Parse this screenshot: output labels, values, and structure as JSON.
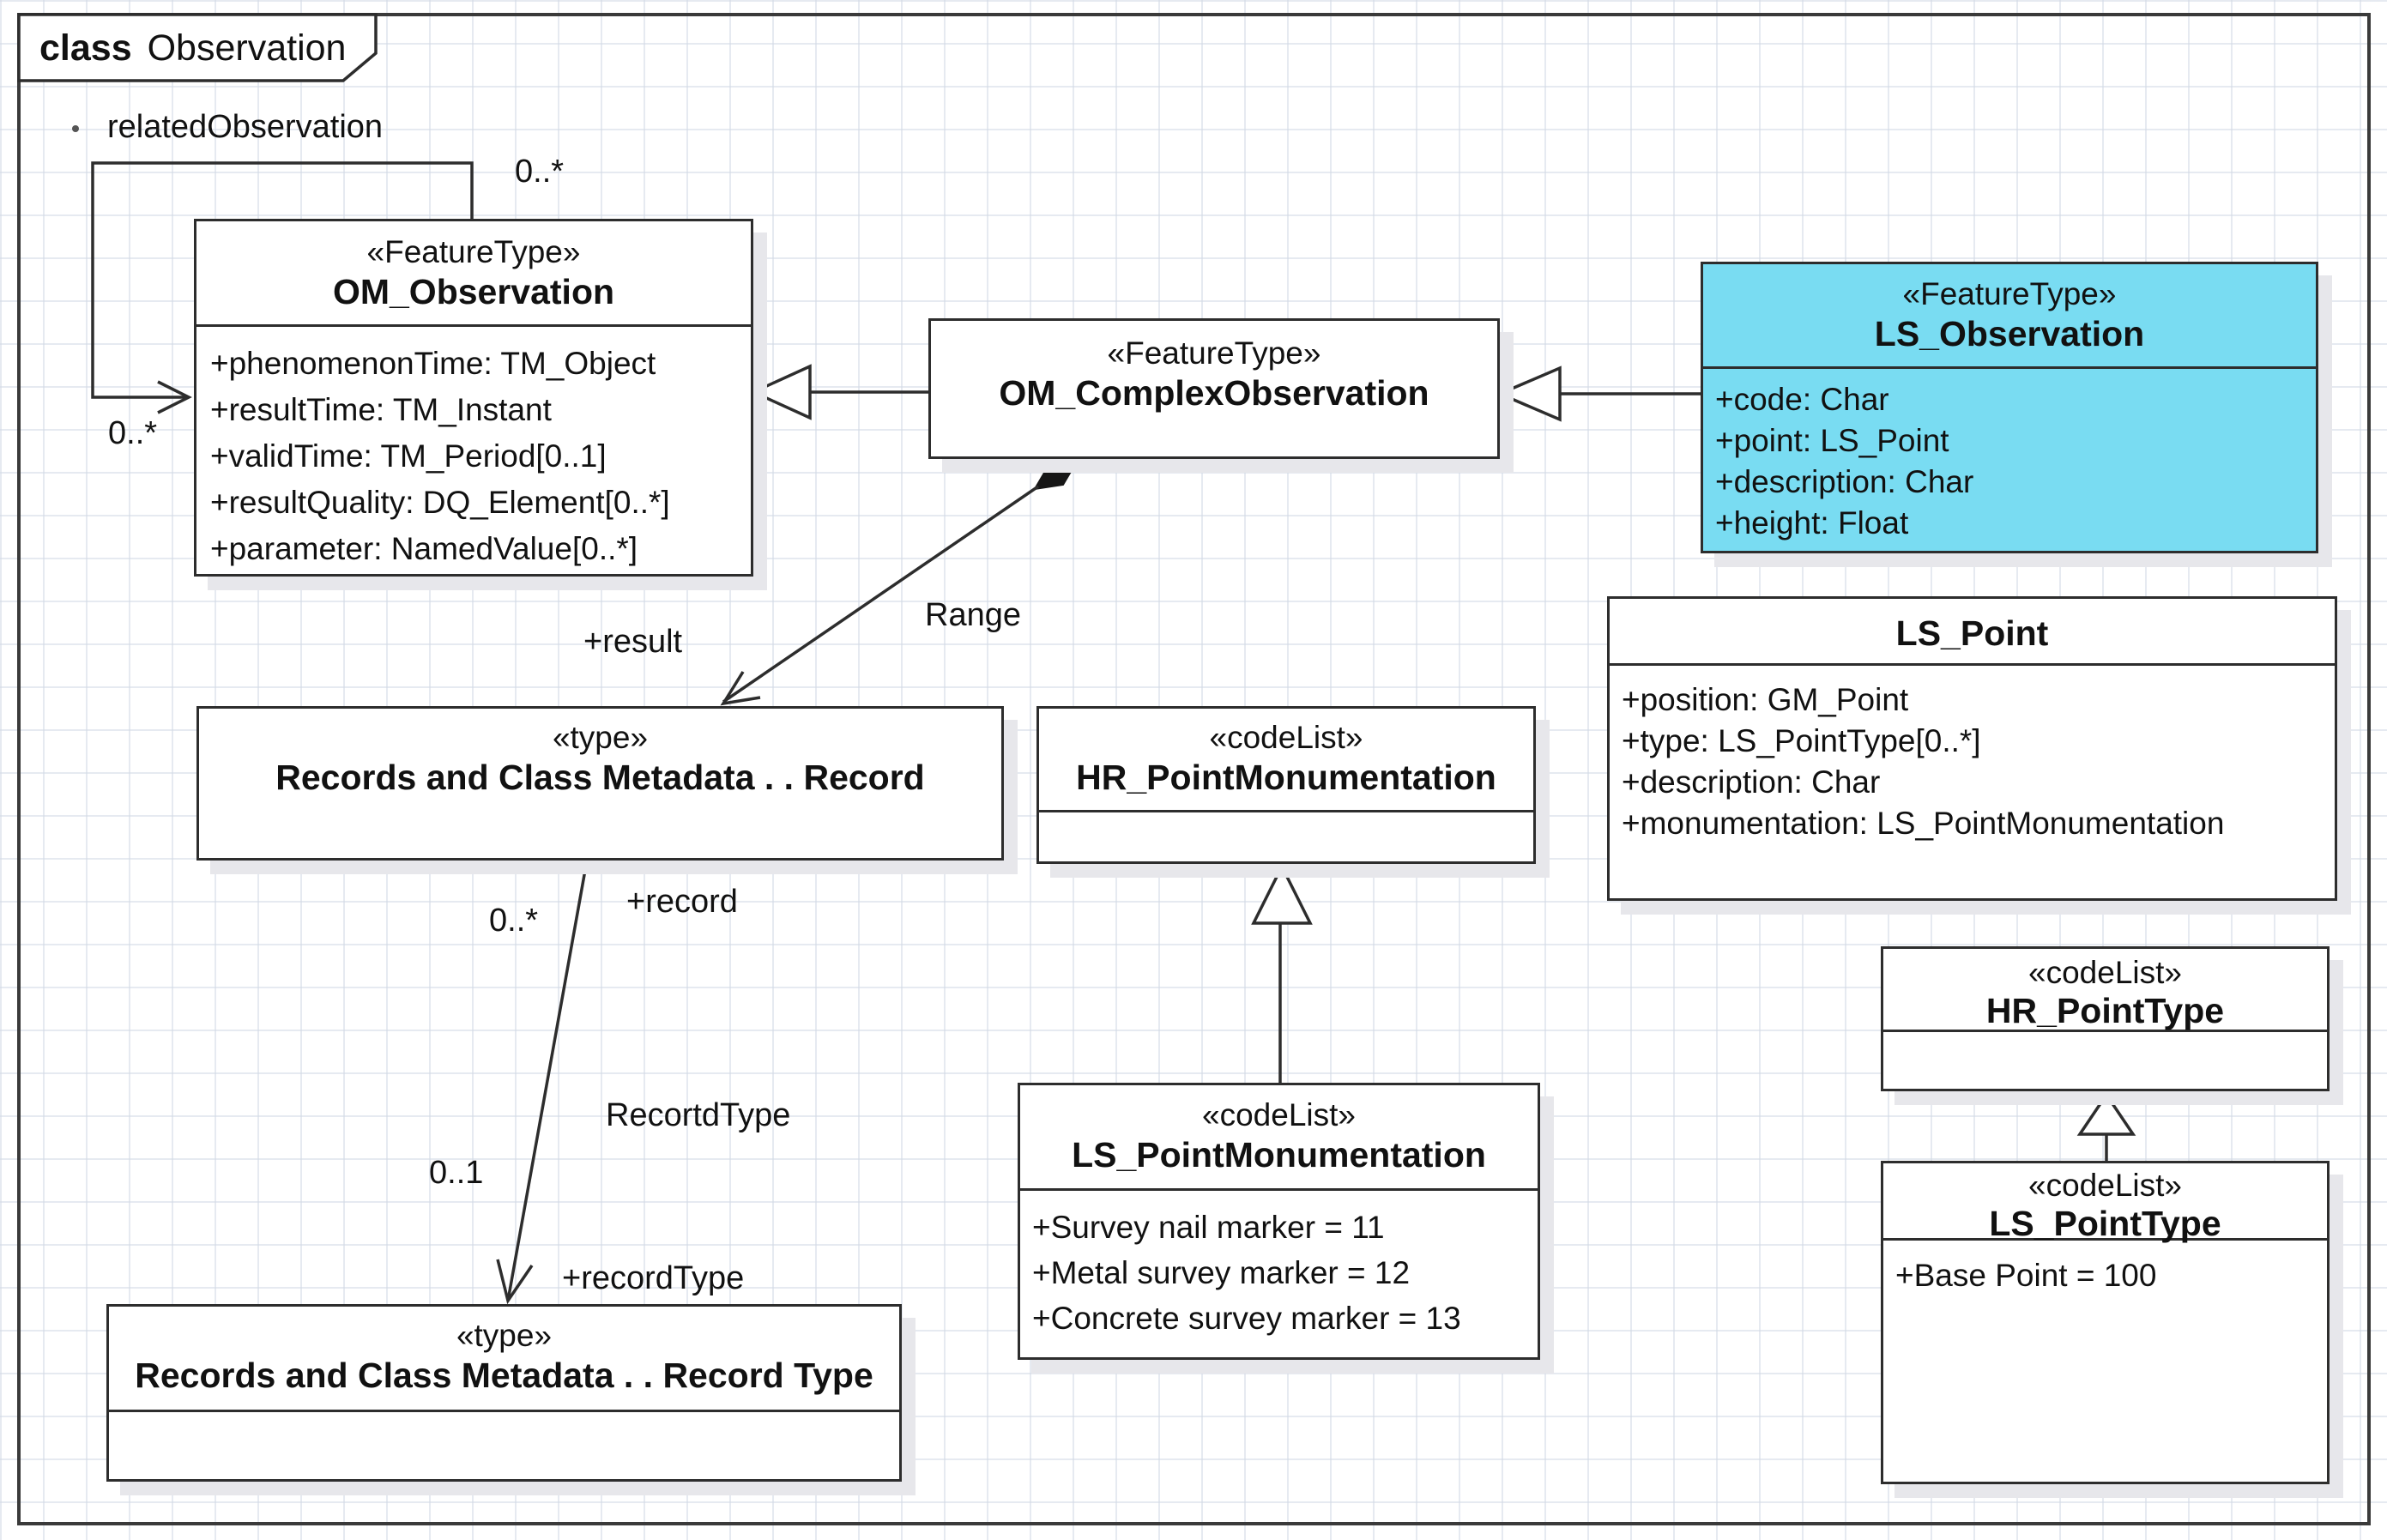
{
  "frame": {
    "title_keyword": "class",
    "title_name": "Observation"
  },
  "colors": {
    "highlight": "#79dcf2",
    "box_border": "#2d2d2d",
    "shadow": "#e7e7eb",
    "grid": "#d2d9e5"
  },
  "classes": [
    {
      "id": "om-observation",
      "stereotype": "«FeatureType»",
      "name": "OM_Observation",
      "attributes": [
        "+phenomenonTime: TM_Object",
        "+resultTime: TM_Instant",
        "+validTime: TM_Period[0..1]",
        "+resultQuality: DQ_Element[0..*]",
        "+parameter: NamedValue[0..*]"
      ]
    },
    {
      "id": "om-complex-observation",
      "stereotype": "«FeatureType»",
      "name": "OM_ComplexObservation",
      "attributes": []
    },
    {
      "id": "ls-observation",
      "stereotype": "«FeatureType»",
      "name": "LS_Observation",
      "attributes": [
        "+code: Char",
        "+point: LS_Point",
        "+description: Char",
        "+height: Float"
      ]
    },
    {
      "id": "ls-point",
      "stereotype": "",
      "name": "LS_Point",
      "attributes": [
        "+position: GM_Point",
        "+type: LS_PointType[0..*]",
        "+description: Char",
        "+monumentation: LS_PointMonumentation"
      ]
    },
    {
      "id": "record",
      "stereotype": "«type»",
      "name": "Records and Class Metadata . . Record",
      "attributes": []
    },
    {
      "id": "hr-point-monumentation",
      "stereotype": "«codeList»",
      "name": "HR_PointMonumentation",
      "attributes": []
    },
    {
      "id": "ls-point-monumentation",
      "stereotype": "«codeList»",
      "name": "LS_PointMonumentation",
      "attributes": [
        "+Survey nail marker = 11",
        "+Metal survey marker = 12",
        "+Concrete survey marker = 13"
      ]
    },
    {
      "id": "hr-point-type",
      "stereotype": "«codeList»",
      "name": "HR_PointType",
      "attributes": []
    },
    {
      "id": "ls-point-type",
      "stereotype": "«codeList»",
      "name": "LS_PointType",
      "attributes": [
        "+Base Point = 100"
      ]
    },
    {
      "id": "record-type",
      "stereotype": "«type»",
      "name": "Records and Class Metadata . . Record Type",
      "attributes": []
    }
  ],
  "labels": {
    "related_observation": "relatedObservation",
    "mult_loop_top": "0..*",
    "mult_loop_left": "0..*",
    "range": "Range",
    "result_role": "+result",
    "record_mult": "0..*",
    "record_role": "+record",
    "recortd_type": "RecortdType",
    "record_type_mult": "0..1",
    "record_type_role": "+recordType"
  }
}
